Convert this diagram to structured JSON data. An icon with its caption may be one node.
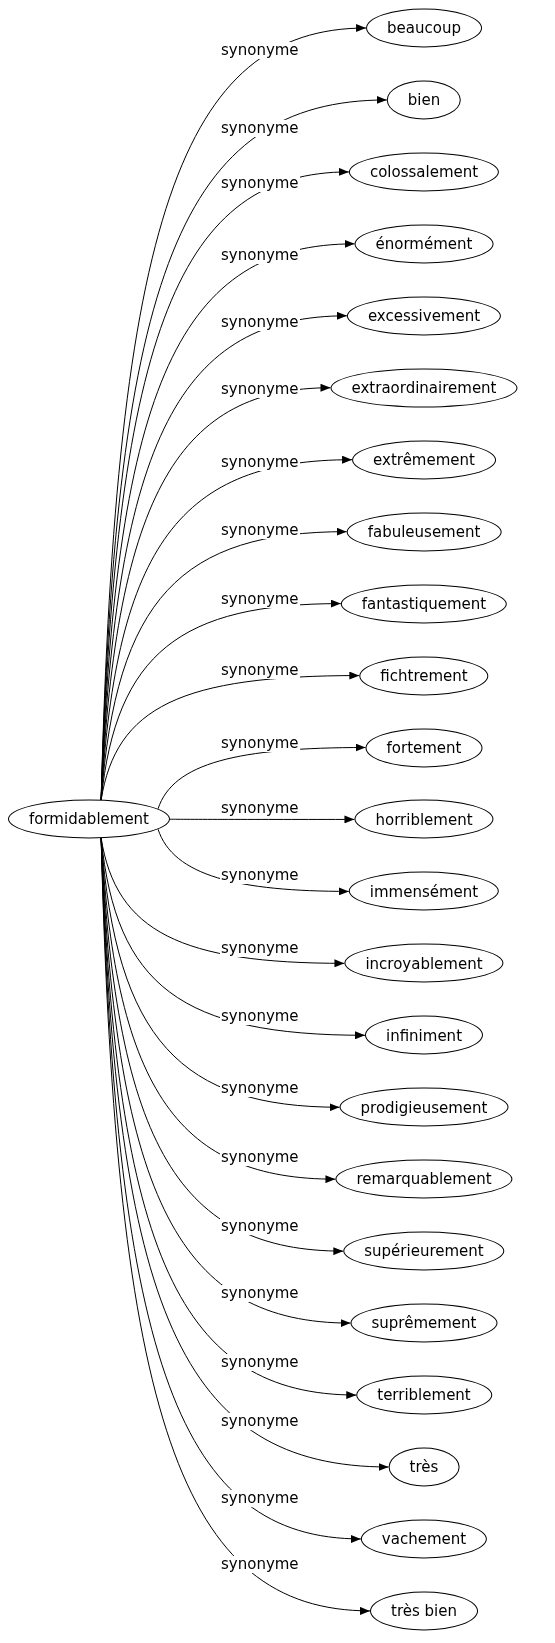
{
  "diagram": {
    "nodes": [
      {
        "text": [
          "formidablement"
        ]
      },
      {
        "text": [
          "beaucoup"
        ]
      },
      {
        "text": [
          "bien"
        ]
      },
      {
        "text": [
          "colossalement"
        ]
      },
      {
        "text": [
          "énormément"
        ]
      },
      {
        "text": [
          "excessivement"
        ]
      },
      {
        "text": [
          "extraordinairement"
        ]
      },
      {
        "text": [
          "extrêmement"
        ]
      },
      {
        "text": [
          "fabuleusement"
        ]
      },
      {
        "text": [
          "fantastiquement"
        ]
      },
      {
        "text": [
          "fichtrement"
        ]
      },
      {
        "text": [
          "fortement"
        ]
      },
      {
        "text": [
          "horriblement"
        ]
      },
      {
        "text": [
          "immensément"
        ]
      },
      {
        "text": [
          "incroyablement"
        ]
      },
      {
        "text": [
          "infiniment"
        ]
      },
      {
        "text": [
          "prodigieusement"
        ]
      },
      {
        "text": [
          "remarquablement"
        ]
      },
      {
        "text": [
          "supérieurement"
        ]
      },
      {
        "text": [
          "suprêmement"
        ]
      },
      {
        "text": [
          "terriblement"
        ]
      },
      {
        "text": [
          "très"
        ]
      },
      {
        "text": [
          "vachement"
        ]
      },
      {
        "text": [
          "très bien"
        ]
      }
    ],
    "edges": [
      {
        "from": 0,
        "to": 1,
        "arrow": "to",
        "label": "synonyme"
      },
      {
        "from": 0,
        "to": 2,
        "arrow": "to",
        "label": "synonyme"
      },
      {
        "from": 0,
        "to": 3,
        "arrow": "to",
        "label": "synonyme"
      },
      {
        "from": 0,
        "to": 4,
        "arrow": "to",
        "label": "synonyme"
      },
      {
        "from": 0,
        "to": 5,
        "arrow": "to",
        "label": "synonyme"
      },
      {
        "from": 0,
        "to": 6,
        "arrow": "to",
        "label": "synonyme"
      },
      {
        "from": 0,
        "to": 7,
        "arrow": "to",
        "label": "synonyme"
      },
      {
        "from": 0,
        "to": 8,
        "arrow": "to",
        "label": "synonyme"
      },
      {
        "from": 0,
        "to": 9,
        "arrow": "to",
        "label": "synonyme"
      },
      {
        "from": 0,
        "to": 10,
        "arrow": "to",
        "label": "synonyme"
      },
      {
        "from": 0,
        "to": 11,
        "arrow": "to",
        "label": "synonyme"
      },
      {
        "from": 0,
        "to": 12,
        "arrow": "to",
        "label": "synonyme"
      },
      {
        "from": 0,
        "to": 13,
        "arrow": "to",
        "label": "synonyme"
      },
      {
        "from": 0,
        "to": 14,
        "arrow": "to",
        "label": "synonyme"
      },
      {
        "from": 0,
        "to": 15,
        "arrow": "to",
        "label": "synonyme"
      },
      {
        "from": 0,
        "to": 16,
        "arrow": "to",
        "label": "synonyme"
      },
      {
        "from": 0,
        "to": 17,
        "arrow": "to",
        "label": "synonyme"
      },
      {
        "from": 0,
        "to": 18,
        "arrow": "to",
        "label": "synonyme"
      },
      {
        "from": 0,
        "to": 19,
        "arrow": "to",
        "label": "synonyme"
      },
      {
        "from": 0,
        "to": 20,
        "arrow": "to",
        "label": "synonyme"
      },
      {
        "from": 0,
        "to": 21,
        "arrow": "to",
        "label": "synonyme"
      },
      {
        "from": 0,
        "to": 22,
        "arrow": "to",
        "label": "synonyme"
      },
      {
        "from": 0,
        "to": 23,
        "arrow": "to",
        "label": "synonyme"
      }
    ]
  }
}
